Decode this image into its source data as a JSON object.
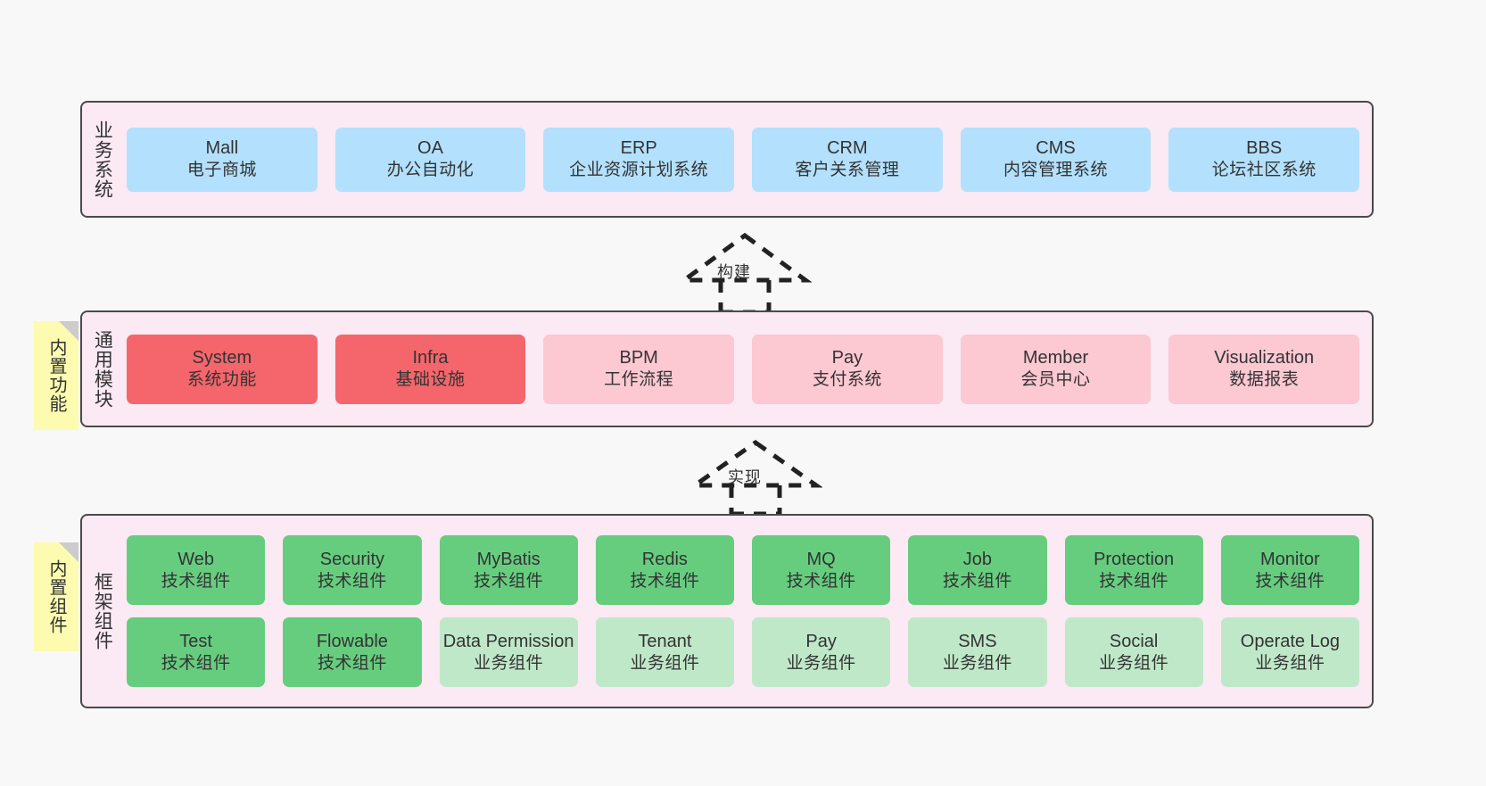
{
  "diagram": {
    "title": "",
    "background": "#f8f8f8",
    "panel_bg": "#fbe9f3",
    "panel_border": "#4a4a4a"
  },
  "layers": [
    {
      "key": "business",
      "title": "业务系统",
      "note": null,
      "rows": [
        {
          "cards": [
            {
              "en": "Mall",
              "cn": "电子商城",
              "color": "#b3e0fc",
              "variant": "c-blue"
            },
            {
              "en": "OA",
              "cn": "办公自动化",
              "color": "#b3e0fc",
              "variant": "c-blue"
            },
            {
              "en": "ERP",
              "cn": "企业资源计划系统",
              "color": "#b3e0fc",
              "variant": "c-blue"
            },
            {
              "en": "CRM",
              "cn": "客户关系管理",
              "color": "#b3e0fc",
              "variant": "c-blue"
            },
            {
              "en": "CMS",
              "cn": "内容管理系统",
              "color": "#b3e0fc",
              "variant": "c-blue"
            },
            {
              "en": "BBS",
              "cn": "论坛社区系统",
              "color": "#b3e0fc",
              "variant": "c-blue"
            }
          ]
        }
      ]
    },
    {
      "key": "common",
      "title": "通用模块",
      "note": "内置功能",
      "rows": [
        {
          "cards": [
            {
              "en": "System",
              "cn": "系统功能",
              "color": "#f4666b",
              "variant": "c-red"
            },
            {
              "en": "Infra",
              "cn": "基础设施",
              "color": "#f4666b",
              "variant": "c-red"
            },
            {
              "en": "BPM",
              "cn": "工作流程",
              "color": "#fcc8d2",
              "variant": "c-pink"
            },
            {
              "en": "Pay",
              "cn": "支付系统",
              "color": "#fcc8d2",
              "variant": "c-pink"
            },
            {
              "en": "Member",
              "cn": "会员中心",
              "color": "#fcc8d2",
              "variant": "c-pink"
            },
            {
              "en": "Visualization",
              "cn": "数据报表",
              "color": "#fcc8d2",
              "variant": "c-pink"
            }
          ]
        }
      ]
    },
    {
      "key": "framework",
      "title": "框架组件",
      "note": "内置组件",
      "rows": [
        {
          "cards": [
            {
              "en": "Web",
              "cn": "技术组件",
              "color": "#66cd7f",
              "variant": "c-green"
            },
            {
              "en": "Security",
              "cn": "技术组件",
              "color": "#66cd7f",
              "variant": "c-green"
            },
            {
              "en": "MyBatis",
              "cn": "技术组件",
              "color": "#66cd7f",
              "variant": "c-green"
            },
            {
              "en": "Redis",
              "cn": "技术组件",
              "color": "#66cd7f",
              "variant": "c-green"
            },
            {
              "en": "MQ",
              "cn": "技术组件",
              "color": "#66cd7f",
              "variant": "c-green"
            },
            {
              "en": "Job",
              "cn": "技术组件",
              "color": "#66cd7f",
              "variant": "c-green"
            },
            {
              "en": "Protection",
              "cn": "技术组件",
              "color": "#66cd7f",
              "variant": "c-green"
            },
            {
              "en": "Monitor",
              "cn": "技术组件",
              "color": "#66cd7f",
              "variant": "c-green"
            }
          ]
        },
        {
          "cards": [
            {
              "en": "Test",
              "cn": "技术组件",
              "color": "#66cd7f",
              "variant": "c-green"
            },
            {
              "en": "Flowable",
              "cn": "技术组件",
              "color": "#66cd7f",
              "variant": "c-green"
            },
            {
              "en": "Data Permission",
              "cn": "业务组件",
              "color": "#bfe8c8",
              "variant": "c-lightgreen wrap"
            },
            {
              "en": "Tenant",
              "cn": "业务组件",
              "color": "#bfe8c8",
              "variant": "c-lightgreen"
            },
            {
              "en": "Pay",
              "cn": "业务组件",
              "color": "#bfe8c8",
              "variant": "c-lightgreen"
            },
            {
              "en": "SMS",
              "cn": "业务组件",
              "color": "#bfe8c8",
              "variant": "c-lightgreen"
            },
            {
              "en": "Social",
              "cn": "业务组件",
              "color": "#bfe8c8",
              "variant": "c-lightgreen"
            },
            {
              "en": "Operate Log",
              "cn": "业务组件",
              "color": "#bfe8c8",
              "variant": "c-lightgreen"
            }
          ]
        }
      ]
    }
  ],
  "connectors": [
    {
      "key": "build",
      "label": "构建",
      "style": "dashed-hollow-triangle"
    },
    {
      "key": "implement",
      "label": "实现",
      "style": "dashed-hollow-triangle"
    }
  ]
}
